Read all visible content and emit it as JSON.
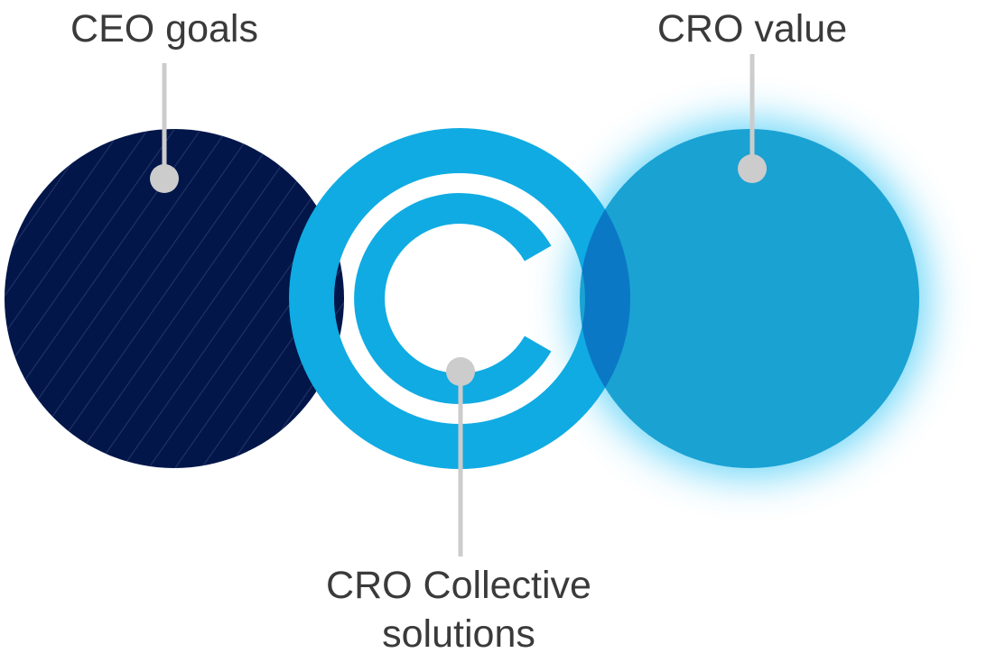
{
  "labels": {
    "ceo_goals": "CEO goals",
    "cro_value": "CRO value",
    "collective_line1": "CRO Collective",
    "collective_line2": "solutions"
  },
  "colors": {
    "navy": "#02164a",
    "hatch": "#2c3f6e",
    "ring_blue": "#10abe3",
    "value_blue": "#1aa2d3",
    "overlap_blue": "#0a6fc0",
    "glow": "#3ec9f6",
    "connector": "#cccccc",
    "text": "#3a3a3a"
  },
  "icons": {
    "logo": "cro-collective-c-logo"
  }
}
